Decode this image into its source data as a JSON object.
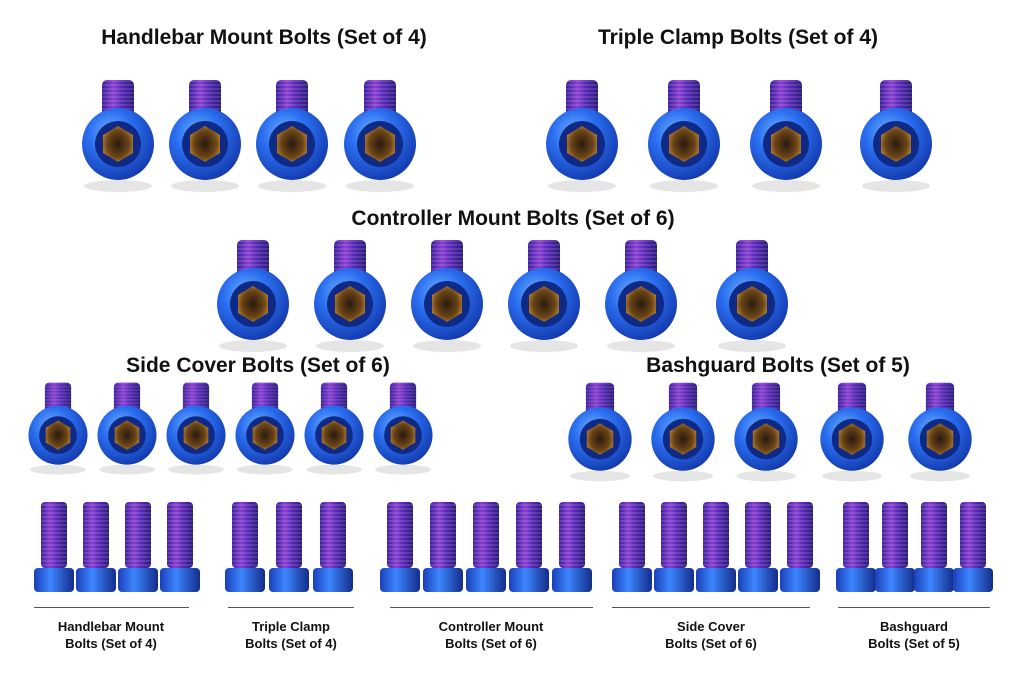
{
  "top_titles": {
    "handlebar": "Handlebar Mount Bolts (Set of 4)",
    "triple": "Triple Clamp Bolts (Set of 4)",
    "controller": "Controller Mount Bolts (Set of 6)",
    "side": "Side Cover Bolts (Set of 6)",
    "bash": "Bashguard Bolts  (Set of 5)"
  },
  "bottom_captions": {
    "handlebar_1": "Handlebar Mount",
    "handlebar_2": "Bolts (Set of 4)",
    "triple_1": "Triple Clamp",
    "triple_2": "Bolts (Set of 4)",
    "controller_1": "Controller Mount",
    "controller_2": "Bolts (Set of 6)",
    "side_1": "Side Cover",
    "side_2": "Bolts (Set of 6)",
    "bash_1": "Bashguard",
    "bash_2": "Bolts (Set of 5)"
  },
  "colors": {
    "head_blue": "#1f5ee0",
    "head_blue_light": "#4f9bff",
    "thread_purple": "#5a2ab8",
    "thread_violet": "#8a3fd0",
    "socket_gold": "#b07a28"
  }
}
